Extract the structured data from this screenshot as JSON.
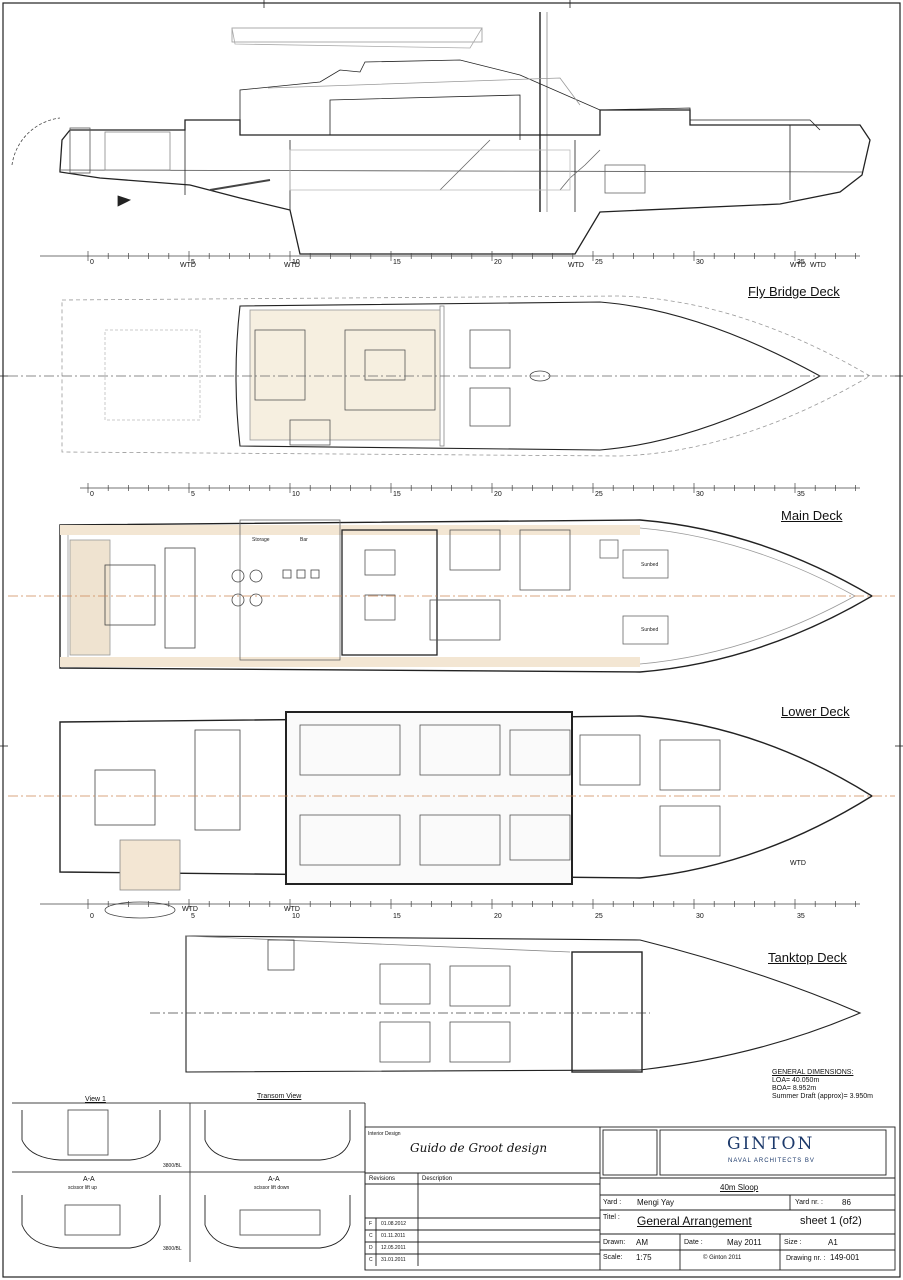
{
  "decks": {
    "fly_bridge": "Fly Bridge Deck",
    "main": "Main Deck",
    "lower": "Lower Deck",
    "tanktop": "Tanktop Deck"
  },
  "frame_ticks": [
    "0",
    "5",
    "10",
    "15",
    "20",
    "25",
    "30",
    "35"
  ],
  "wtd": "WTD",
  "room_labels": {
    "storage": "Storage",
    "bar": "Bar",
    "sunbed": "Sunbed"
  },
  "general_dimensions": {
    "heading": "GENERAL DIMENSIONS:",
    "loa": "LOA= 40.050m",
    "boa": "BOA= 8.952m",
    "draft": "Summer Draft (approx)= 3.950m"
  },
  "details": {
    "view1": "View 1",
    "transom_view": "Transom View",
    "aa_up": "A-A",
    "aa_up_sub": "scissor lift up",
    "aa_down": "A-A",
    "aa_down_sub": "scissor lift down",
    "bl1": "3800/BL",
    "bl2": "3800/BL"
  },
  "title_block": {
    "interior_design_label": "Interior Design",
    "designer": "Guido de Groot design",
    "revisions_label": "Revisions",
    "description_label": "Description",
    "revisions": [
      {
        "code": "F",
        "date": "01.08.2012"
      },
      {
        "code": "C",
        "date": "01.11.2011"
      },
      {
        "code": "D",
        "date": "12.05.2011"
      },
      {
        "code": "C",
        "date": "31.01.2011"
      }
    ],
    "company": "GINTON",
    "company_sub": "NAVAL ARCHITECTS BV",
    "project": "40m Sloop",
    "yard_label": "Yard :",
    "yard": "Mengi Yay",
    "yard_nr_label": "Yard nr. :",
    "yard_nr": "86",
    "title_label": "Titel :",
    "title": "General Arrangement",
    "sheet": "sheet 1 (of2)",
    "drawn_label": "Drawn:",
    "drawn": "AM",
    "date_label": "Date :",
    "date": "May 2011",
    "size_label": "Size :",
    "size": "A1",
    "scale_label": "Scale:",
    "scale": "1:75",
    "copyright": "© Ginton 2011",
    "drawing_nr_label": "Drawing nr. :",
    "drawing_nr": "149-001"
  }
}
